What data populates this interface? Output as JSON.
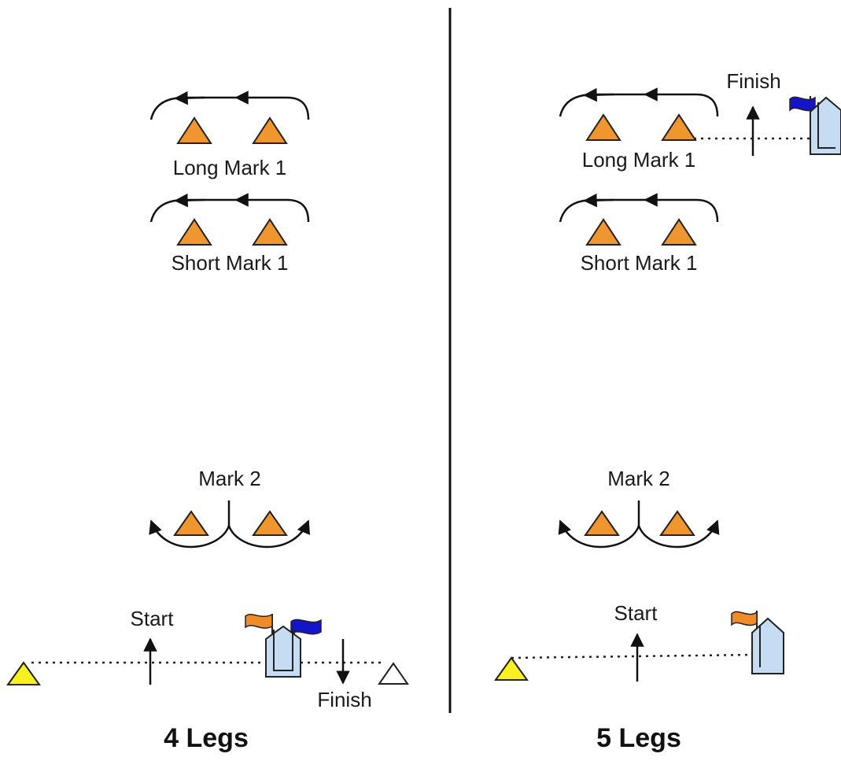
{
  "colors": {
    "mark_orange": "#f0962e",
    "start_yellow": "#f8f020",
    "boat_blue": "#c6dcf2",
    "flag_blue": "#1414c8",
    "flag_orange": "#f08c28",
    "finish_mark_white": "#ffffff"
  },
  "left_panel": {
    "long_mark_label": "Long Mark 1",
    "short_mark_label": "Short Mark 1",
    "mark2_label": "Mark 2",
    "start_label": "Start",
    "finish_label": "Finish",
    "legs_label": "4 Legs"
  },
  "right_panel": {
    "finish_label": "Finish",
    "long_mark_label": "Long Mark 1",
    "short_mark_label": "Short Mark 1",
    "mark2_label": "Mark 2",
    "start_label": "Start",
    "legs_label": "5 Legs"
  }
}
